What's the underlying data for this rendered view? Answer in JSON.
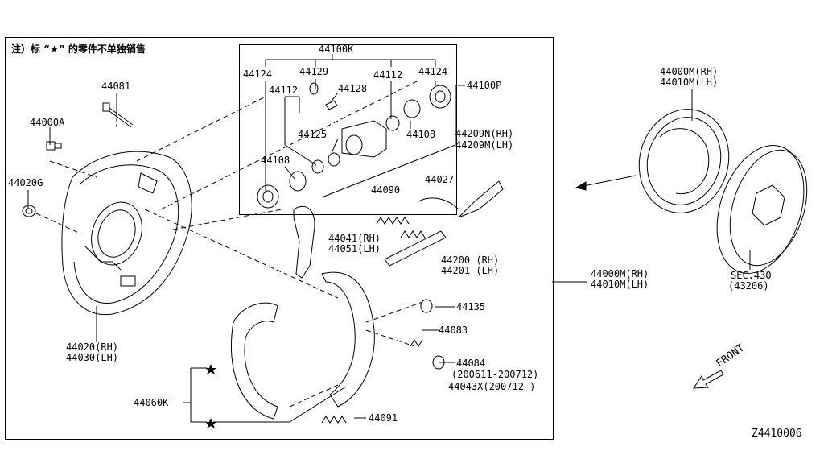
{
  "note": "注）标 “★” 的零件不单独销售",
  "drawing_id": "Z4410006",
  "front_label": "FRONT",
  "labels": {
    "p44100K": "44100K",
    "p44124_left": "44124",
    "p44124_right": "44124",
    "p44129": "44129",
    "p44112_left": "44112",
    "p44112_right": "44112",
    "p44128": "44128",
    "p44125": "44125",
    "p44108_left": "44108",
    "p44108_right": "44108",
    "p44100P": "44100P",
    "p44209N": "44209N(RH)",
    "p44209M": "44209M(LH)",
    "p44081": "44081",
    "p44000A": "44000A",
    "p44020G": "44020G",
    "p44090": "44090",
    "p44027": "44027",
    "p44041": "44041(RH)",
    "p44051": "44051(LH)",
    "p44200": "44200 (RH)",
    "p44201": "44201 (LH)",
    "p44135": "44135",
    "p44083": "44083",
    "p44084": "44084",
    "p44084_range": "(200611-200712)",
    "p44043X": "44043X(200712-)",
    "p44091": "44091",
    "p44060K": "44060K",
    "p44020": "44020(RH)",
    "p44030": "44030(LH)",
    "p44000M_mid": "44000M(RH)",
    "p44010M_mid": "44010M(LH)",
    "p44000M_top": "44000M(RH)",
    "p44010M_top": "44010M(LH)",
    "sec430": "SEC.430",
    "sec430_ref": "(43206)"
  }
}
